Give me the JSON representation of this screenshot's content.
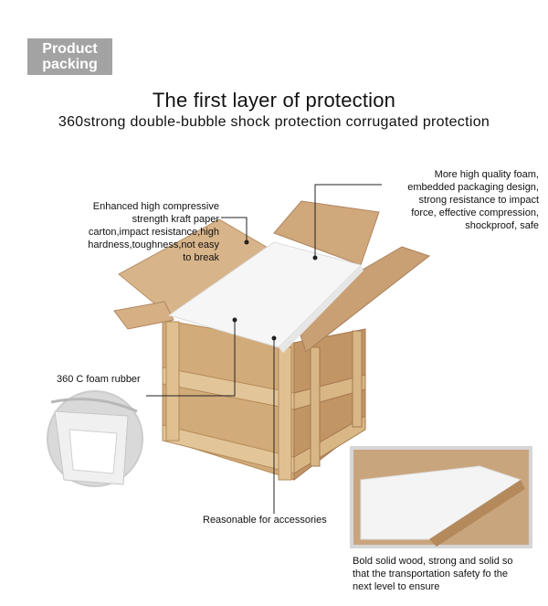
{
  "badge": {
    "line1": "Product",
    "line2": "packing"
  },
  "heading": {
    "title": "The first layer of protection",
    "subtitle": "360strong double-bubble shock protection corrugated protection"
  },
  "callouts": {
    "kraft": [
      "Enhanced high compressive",
      "strength kraft paper",
      "carton,impact resistance,high",
      "hardness,toughness,not easy",
      "to break"
    ],
    "foam_hq": [
      "More high quality foam,",
      "embedded packaging design,",
      "strong resistance to impact",
      "force, effective compression,",
      "shockproof, safe"
    ],
    "rubber": "360 C foam rubber",
    "accessories": "Reasonable for accessories",
    "wood": [
      "Bold solid wood, strong and solid so",
      "that the transportation safety fo the",
      "next level to ensure"
    ]
  },
  "colors": {
    "badge_bg": "#a3a3a3",
    "cardboard": "#c9a57e",
    "wood": "#c8a06c",
    "foam": "#f4f4f4"
  }
}
